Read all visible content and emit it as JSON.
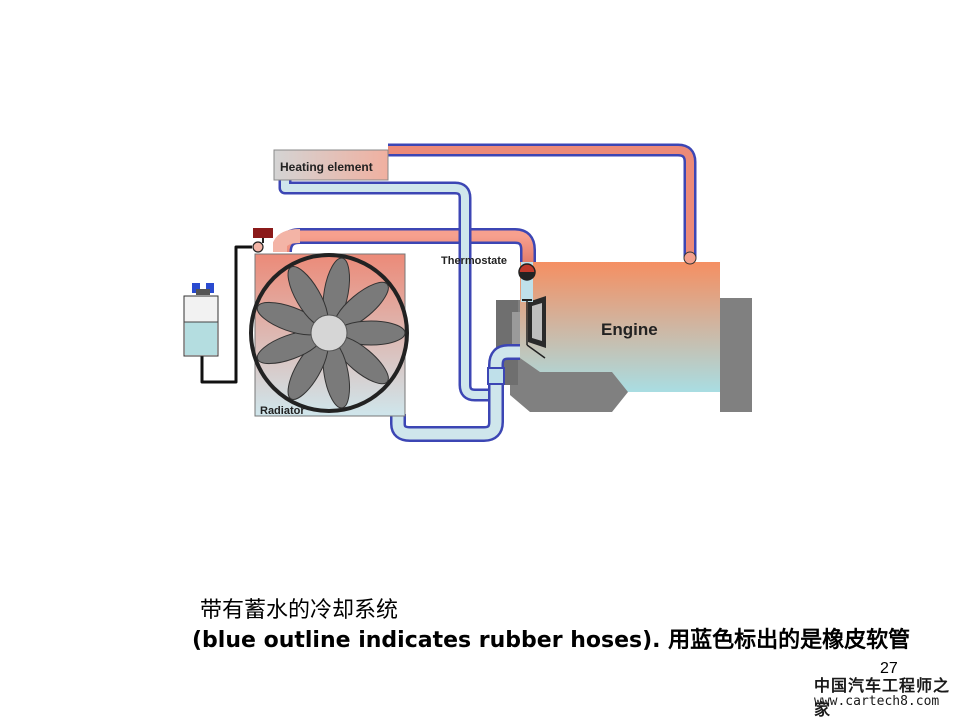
{
  "labels": {
    "heating_element": "Heating element",
    "thermostat": "Thermostate",
    "engine": "Engine",
    "radiator": "Radiator"
  },
  "caption": {
    "line1": "带有蓄水的冷却系统",
    "line2": "(blue outline indicates rubber hoses). 用蓝色标出的是橡皮软管"
  },
  "page_number": "27",
  "watermark": {
    "name": "中国汽车工程师之家",
    "url": "www.cartech8.com"
  },
  "colors": {
    "hot": "#ec8a78",
    "hot_light": "#f3b4a6",
    "cold": "#9fd0dd",
    "cold_light": "#cfe6ec",
    "hose": "#3c46b4",
    "engine_top": "#f58f62",
    "engine_bottom": "#a9dde2",
    "engine_block": "#808080",
    "fan_blade": "#7a7a7a",
    "cap": "#8b1a1a"
  }
}
